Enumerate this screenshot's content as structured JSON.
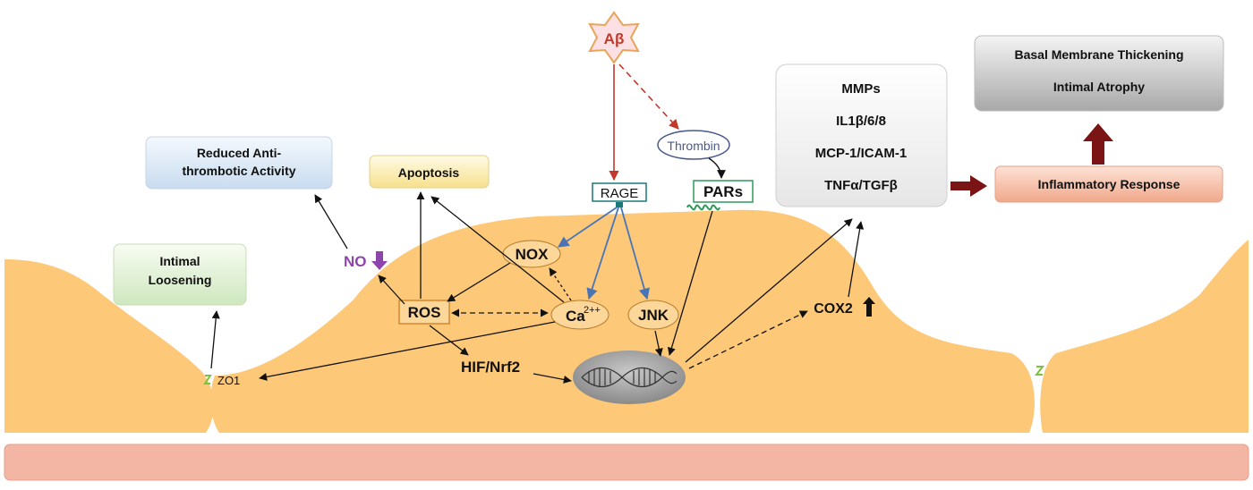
{
  "labels": {
    "abeta": "Aβ",
    "thrombin": "Thrombin",
    "rage": "RAGE",
    "pars": "PARs",
    "nox": "NOX",
    "ros": "ROS",
    "ca": "Ca",
    "ca_sup": "2++",
    "jnk": "JNK",
    "hif": "HIF/Nrf2",
    "cox2": "COX2",
    "no": "NO",
    "zo1": "ZO1"
  },
  "boxes": {
    "reduced_line1": "Reduced Anti-",
    "reduced_line2": "thrombotic Activity",
    "apoptosis": "Apoptosis",
    "intimal_line1": "Intimal",
    "intimal_line2": "Loosening",
    "mediators": [
      "MMPs",
      "IL1β/6/8",
      "MCP-1/ICAM-1",
      "TNFα/TGFβ"
    ],
    "basal": "Basal Membrane Thickening",
    "atrophy": "Intimal Atrophy",
    "inflammatory": "Inflammatory Response"
  },
  "colors": {
    "cell": "#fdc978",
    "basement": "#f4b6a4",
    "abeta_fill": "#fde0e4",
    "abeta_text": "#c0392b",
    "red_arrow": "#c0392b",
    "blue_arrow": "#4a74b8",
    "dark_red": "#7b1414",
    "no_purple": "#8e44ad",
    "junction_green": "#7cc242"
  }
}
